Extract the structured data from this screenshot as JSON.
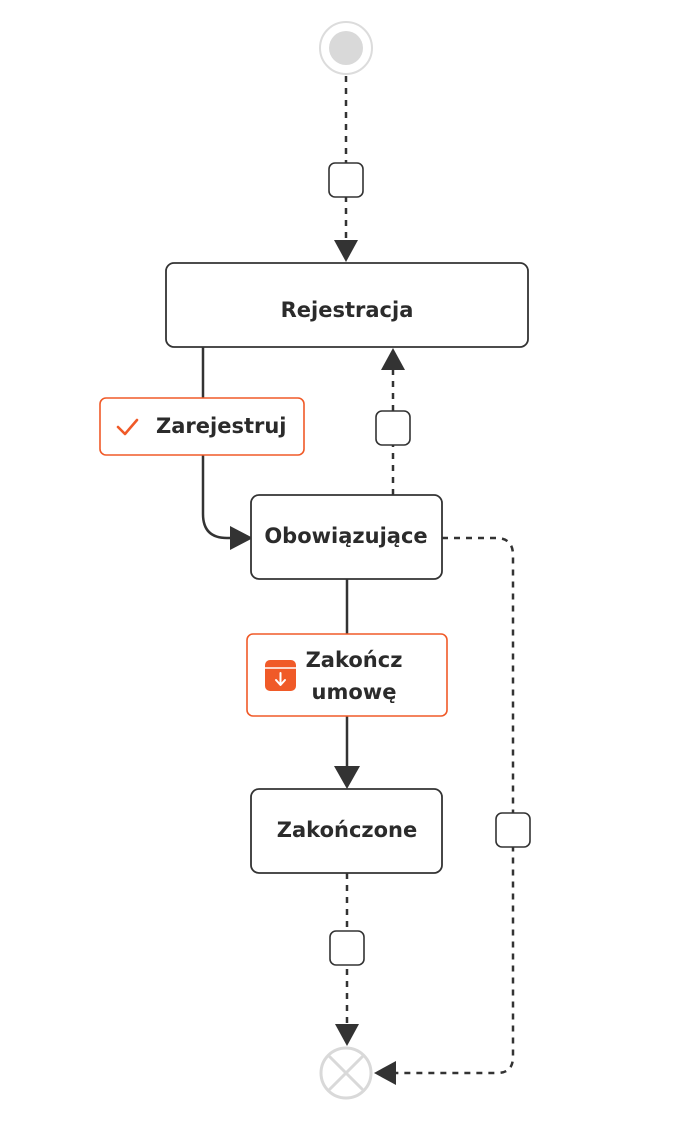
{
  "diagram": {
    "states": {
      "rejestracja": "Rejestracja",
      "obowiazujace": "Obowiązujące",
      "zakonczone": "Zakończone"
    },
    "actions": {
      "zarejestruj": {
        "label": "Zarejestruj",
        "icon": "check-icon"
      },
      "zakoncz_umowe": {
        "label_line1": "Zakończ",
        "label_line2": "umowę",
        "icon": "archive-download-icon"
      }
    },
    "colors": {
      "accent": "#f05a28",
      "line": "#333333",
      "node_border": "#333333",
      "terminal": "#d9d9d9"
    }
  }
}
